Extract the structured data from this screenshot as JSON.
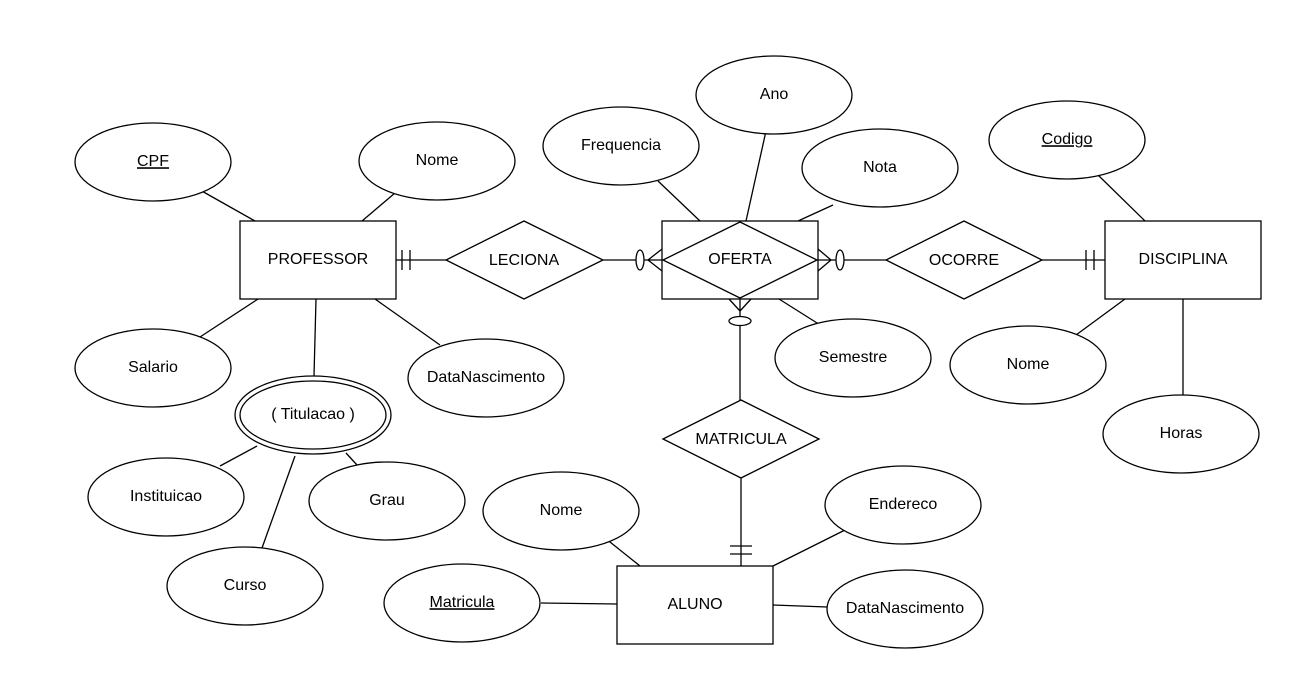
{
  "entities": {
    "professor": "PROFESSOR",
    "oferta": "OFERTA",
    "disciplina": "DISCIPLINA",
    "aluno": "ALUNO"
  },
  "relationships": {
    "leciona": "LECIONA",
    "ocorre": "OCORRE",
    "matricula": "MATRICULA"
  },
  "attributes": {
    "professor": {
      "cpf": "CPF",
      "nome": "Nome",
      "salario": "Salario",
      "data_nascimento": "DataNascimento",
      "titulacao": "( Titulacao )",
      "instituicao": "Instituicao",
      "grau": "Grau",
      "curso": "Curso"
    },
    "oferta": {
      "frequencia": "Frequencia",
      "ano": "Ano",
      "nota": "Nota",
      "semestre": "Semestre"
    },
    "disciplina": {
      "codigo": "Codigo",
      "nome": "Nome",
      "horas": "Horas"
    },
    "aluno": {
      "nome": "Nome",
      "endereco": "Endereco",
      "matricula": "Matricula",
      "data_nascimento": "DataNascimento"
    }
  }
}
